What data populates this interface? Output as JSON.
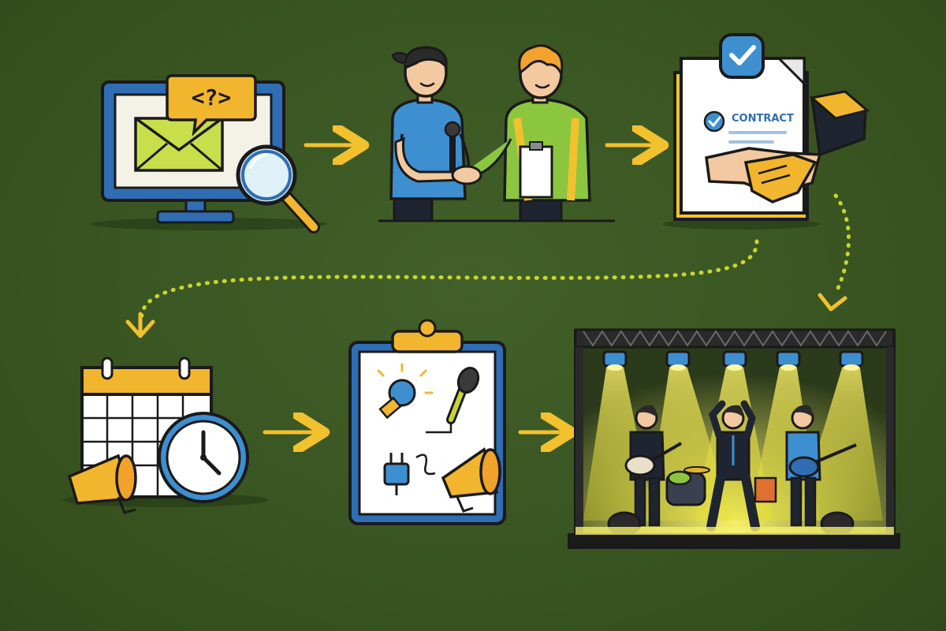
{
  "diagram": {
    "steps": [
      {
        "id": "inquiry",
        "icon": "email-inquiry-icon"
      },
      {
        "id": "meeting",
        "icon": "handshake-meeting-icon"
      },
      {
        "id": "contract",
        "icon": "contract-document-icon"
      },
      {
        "id": "scheduling",
        "icon": "calendar-clock-icon"
      },
      {
        "id": "planning",
        "icon": "equipment-clipboard-icon"
      },
      {
        "id": "performance",
        "icon": "concert-stage-icon"
      }
    ],
    "labels": {
      "bubble_text": "<?>",
      "contract_label": "CONTRACT"
    },
    "colors": {
      "background": "#3b5722",
      "accent_yellow": "#f2c12e",
      "accent_blue": "#2f6db5",
      "arrow": "#f2c12e",
      "dotted_path": "#c9d62c"
    }
  }
}
